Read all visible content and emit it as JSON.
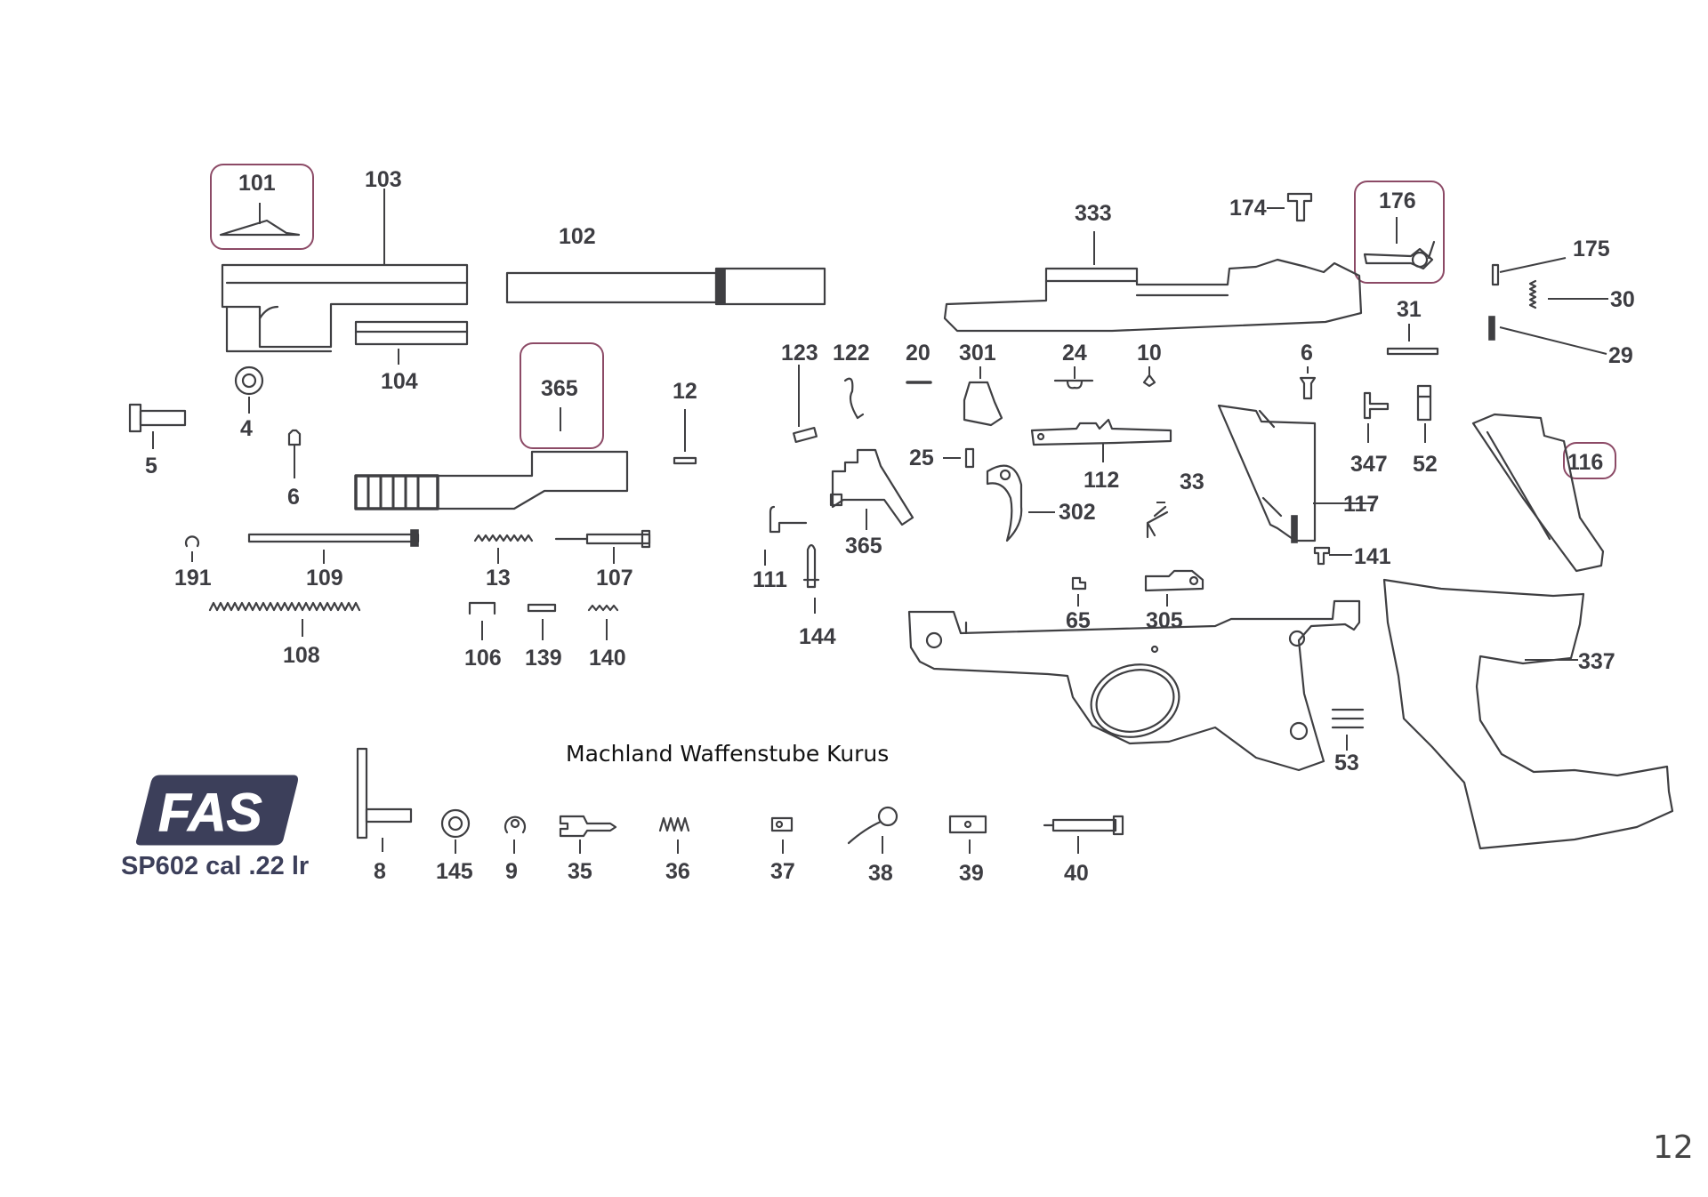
{
  "document": {
    "watermark": "Machland Waffenstube Kurus",
    "page_number": "12",
    "model_label": "SP602 cal .22 lr",
    "logo_text": "FAS",
    "colors": {
      "line": "#3f3f42",
      "highlight_box": "#8c4a66",
      "logo": "#3c3f5a"
    }
  },
  "part_labels": {
    "p101": "101",
    "p103": "103",
    "p102": "102",
    "p104": "104",
    "p4": "4",
    "p5": "5",
    "p6a": "6",
    "p365a": "365",
    "p12": "12",
    "p191": "191",
    "p109": "109",
    "p13": "13",
    "p107": "107",
    "p108": "108",
    "p106": "106",
    "p139": "139",
    "p140": "140",
    "p123": "123",
    "p122": "122",
    "p20": "20",
    "p301": "301",
    "p24": "24",
    "p10": "10",
    "p6b": "6",
    "p25": "25",
    "p112": "112",
    "p33": "33",
    "p302": "302",
    "p365b": "365",
    "p111": "111",
    "p144": "144",
    "p65": "65",
    "p305": "305",
    "p333": "333",
    "p174": "174",
    "p176": "176",
    "p175": "175",
    "p30": "30",
    "p31": "31",
    "p29": "29",
    "p347": "347",
    "p52": "52",
    "p116": "116",
    "p117": "117",
    "p141": "141",
    "p337": "337",
    "p53": "53",
    "p8": "8",
    "p145": "145",
    "p9": "9",
    "p35": "35",
    "p36": "36",
    "p37": "37",
    "p38": "38",
    "p39": "39",
    "p40": "40"
  }
}
